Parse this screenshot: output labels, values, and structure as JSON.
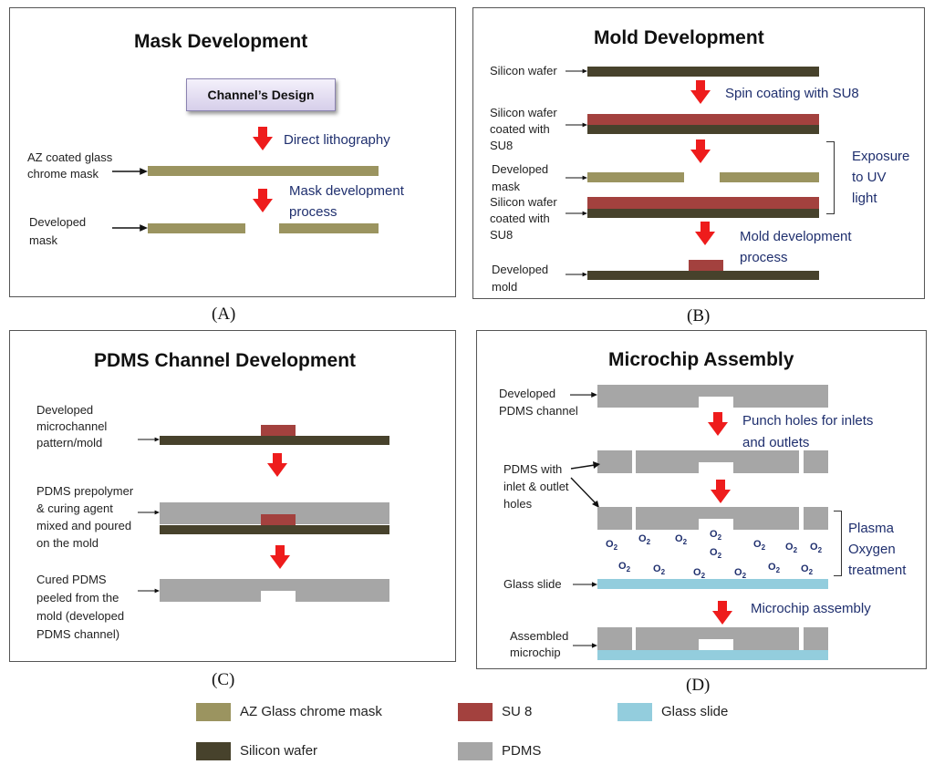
{
  "panels": {
    "a": {
      "title": "Mask Development",
      "design_box": "Channel’s Design",
      "step1": "Direct lithography",
      "step2_line1": "Mask development",
      "step2_line2": "process",
      "label1_line1": "AZ coated  glass",
      "label1_line2": "chrome mask",
      "label2_line1": "Developed",
      "label2_line2": "mask",
      "caption": "(A)"
    },
    "b": {
      "title": "Mold Development",
      "label1": "Silicon wafer",
      "step1": "Spin coating with SU8",
      "label2_line1": "Silicon wafer",
      "label2_line2": "coated with",
      "label2_line3": "SU8",
      "label3_line1": "Developed",
      "label3_line2": "mask",
      "label4_line1": "Silicon wafer",
      "label4_line2": "coated with",
      "label4_line3": "SU8",
      "side_line1": "Exposure",
      "side_line2": "to UV",
      "side_line3": "light",
      "step2_line1": "Mold development",
      "step2_line2": "process",
      "label5_line1": "Developed",
      "label5_line2": "mold",
      "caption": "(B)"
    },
    "c": {
      "title": "PDMS Channel Development",
      "label1_line1": "Developed",
      "label1_line2": "microchannel",
      "label1_line3": "pattern/mold",
      "label2_line1": "PDMS prepolymer",
      "label2_line2": "& curing agent",
      "label2_line3": "mixed and poured",
      "label2_line4": "on the mold",
      "label3_line1": "Cured PDMS",
      "label3_line2": "peeled from the",
      "label3_line3": "mold (developed",
      "label3_line4": "PDMS channel)",
      "caption": "(C)"
    },
    "d": {
      "title": "Microchip Assembly",
      "label1_line1": "Developed",
      "label1_line2": "PDMS channel",
      "step1_line1": "Punch holes for inlets",
      "step1_line2": "and outlets",
      "label2_line1": "PDMS with",
      "label2_line2": "inlet & outlet",
      "label2_line3": "holes",
      "o2_base": "O",
      "o2_sub": "2",
      "side_line1": "Plasma",
      "side_line2": "Oxygen",
      "side_line3": "treatment",
      "label3": "Glass slide",
      "step2": "Microchip assembly",
      "label4_line1": "Assembled",
      "label4_line2": "microchip",
      "caption": "(D)"
    }
  },
  "legend": {
    "mask": "AZ Glass chrome mask",
    "su8": "SU 8",
    "glass": "Glass slide",
    "wafer": "Silicon wafer",
    "pdms": "PDMS"
  },
  "colors": {
    "mask": "#9b9460",
    "wafer": "#47422c",
    "su8": "#a3413e",
    "pdms": "#a6a6a6",
    "glass": "#93cddd",
    "arrow": "#ee1c1c",
    "step_text": "#1f2f6e"
  }
}
